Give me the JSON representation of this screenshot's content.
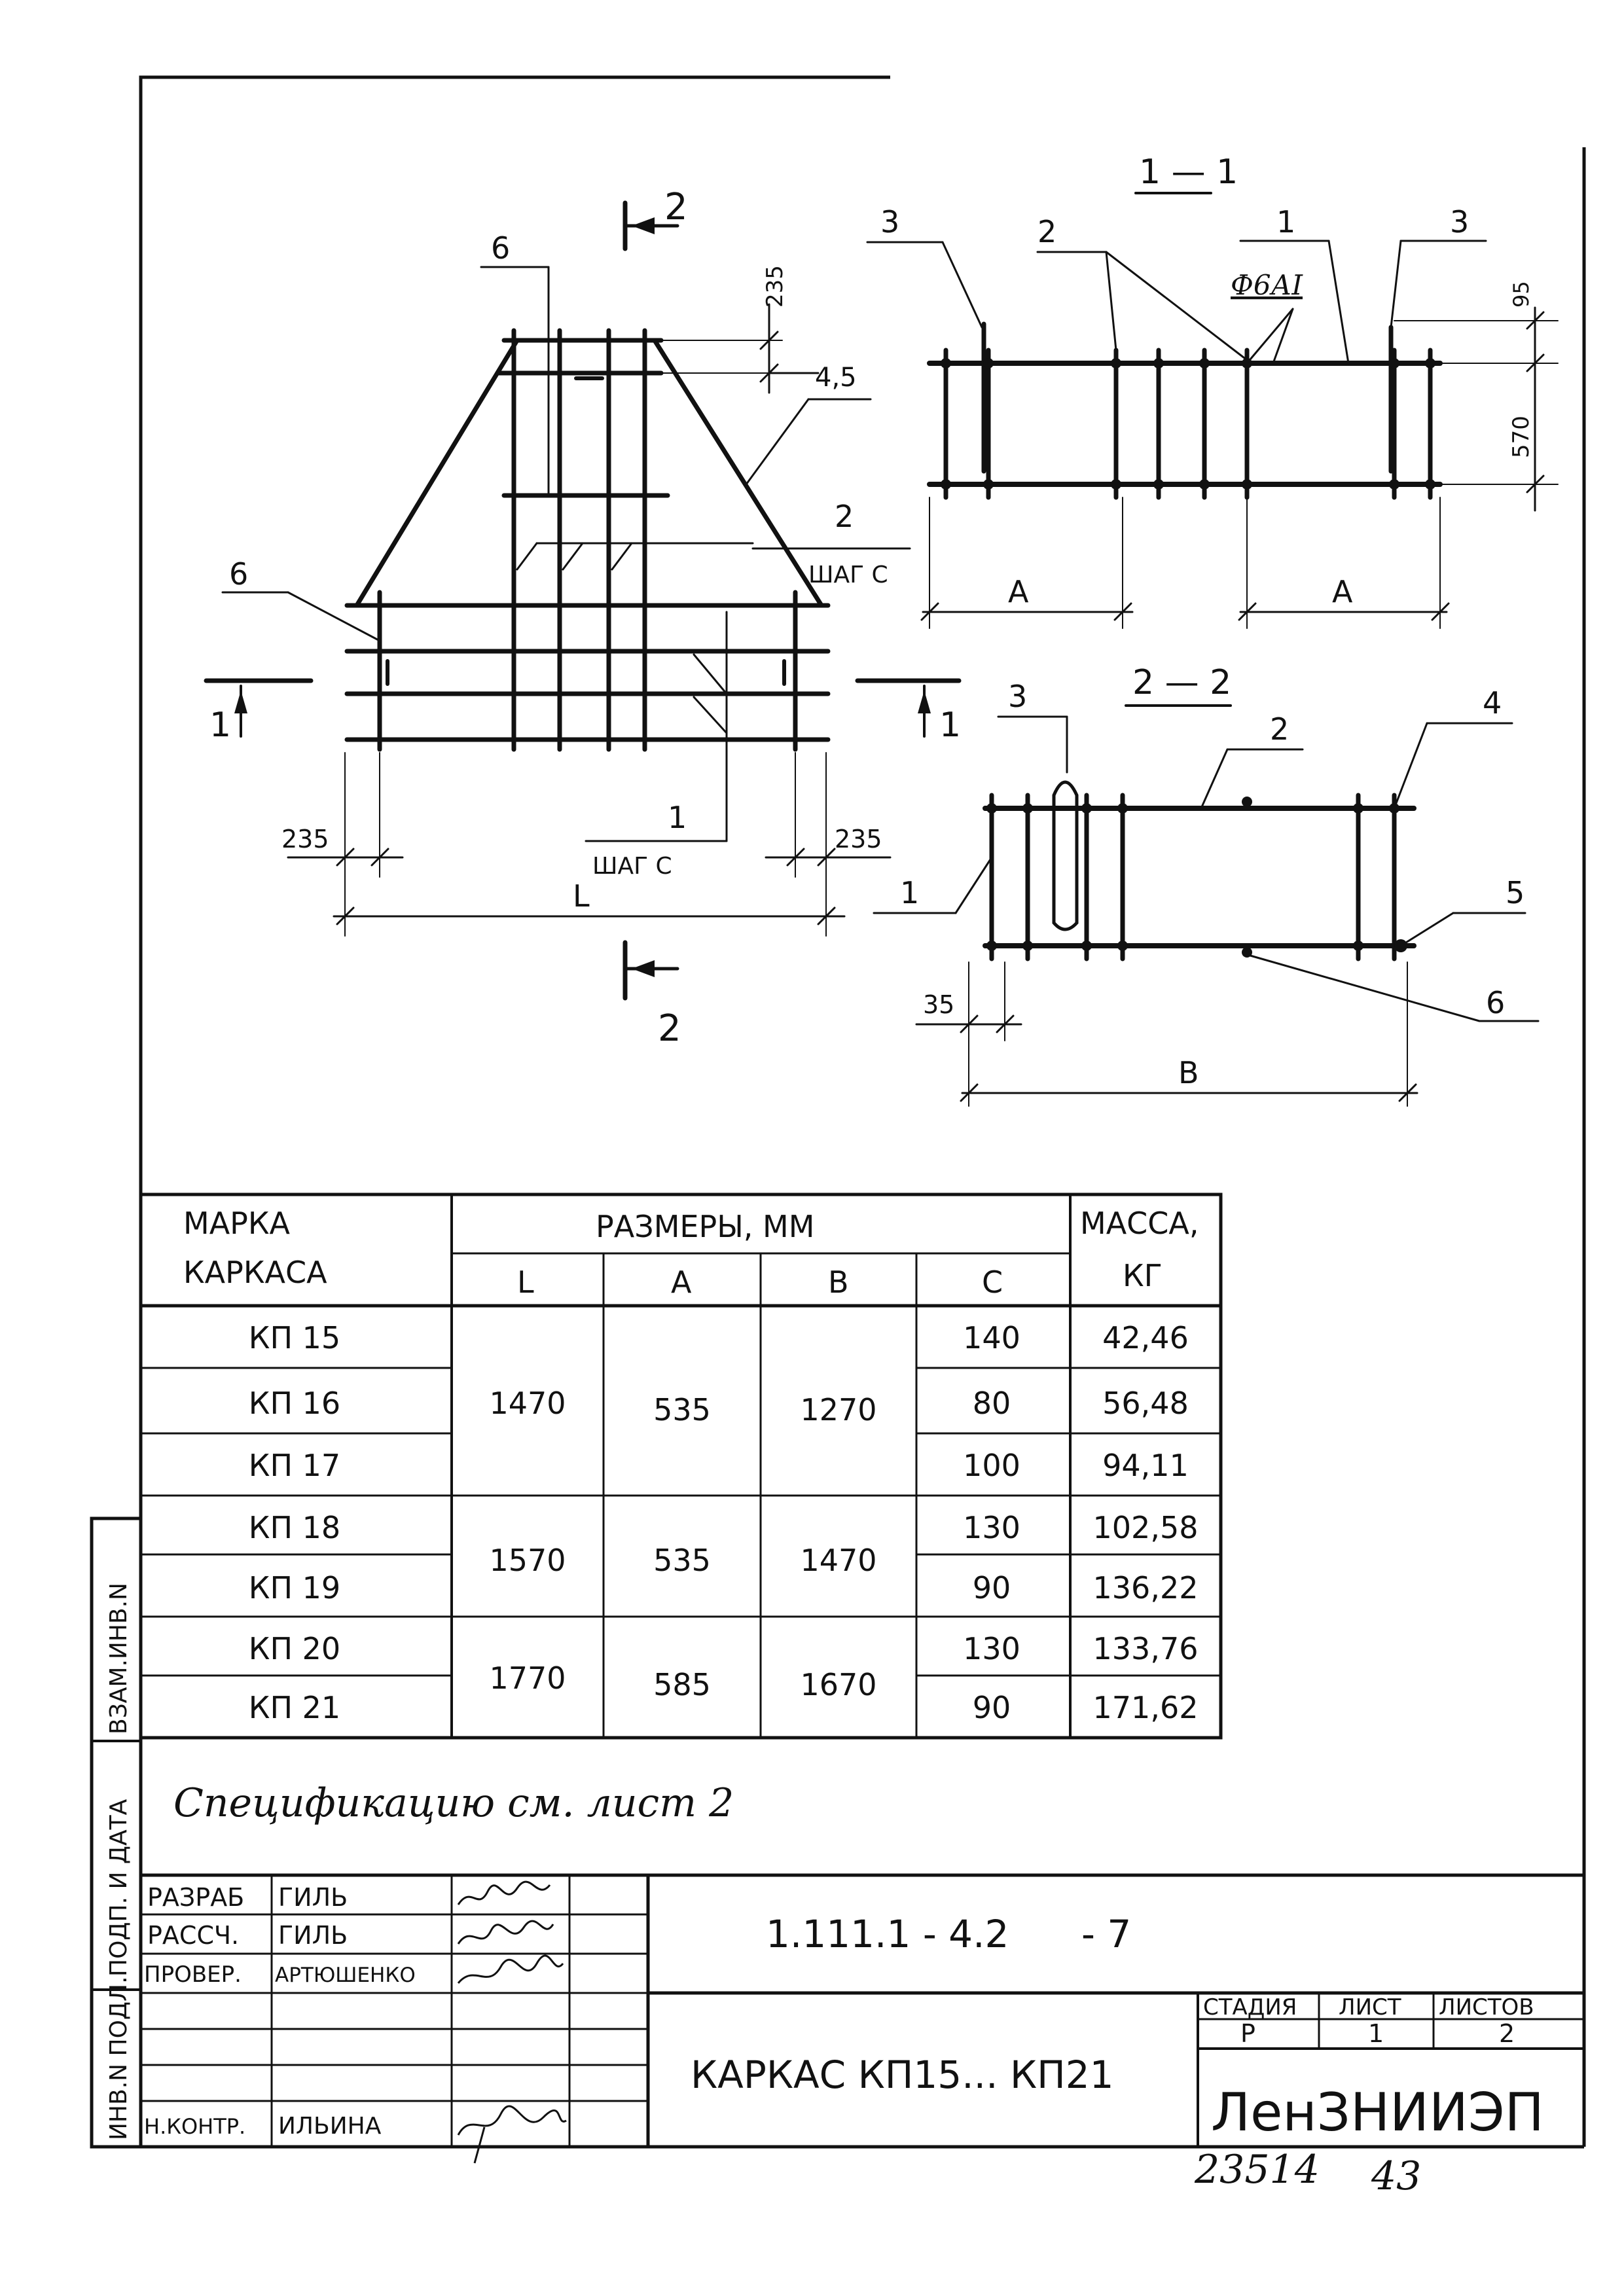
{
  "drawing": {
    "section_1_1": "1 — 1",
    "section_2_2": "2 — 2",
    "plan_cut_label_2_top": "2",
    "plan_cut_label_2_bottom": "2",
    "plan_cut_label_1_left": "1",
    "plan_cut_label_1_right": "1",
    "plan_leader_6_top": "6",
    "plan_leader_6_left": "6",
    "plan_leader_2": "2",
    "plan_step_c_2": "ШАГ С",
    "plan_leader_1": "1",
    "plan_step_c_1": "ШАГ С",
    "plan_dim_235_top": "235",
    "plan_dim_45": "4,5",
    "plan_dim_235_left": "235",
    "plan_dim_235_right": "235",
    "plan_dim_L": "L",
    "s11_leader_3_left": "3",
    "s11_leader_2": "2",
    "s11_leader_1": "1",
    "s11_bar_spec": "Ф6АI",
    "s11_leader_3_right": "3",
    "s11_dim_95": "95",
    "s11_dim_570": "570",
    "s11_dim_A_left": "A",
    "s11_dim_A_right": "A",
    "s22_leader_3": "3",
    "s22_leader_2": "2",
    "s22_leader_4": "4",
    "s22_leader_1": "1",
    "s22_leader_5": "5",
    "s22_leader_6": "6",
    "s22_dim_35": "35",
    "s22_dim_B": "B"
  },
  "table": {
    "head_mark_1": "МАРКА",
    "head_mark_2": "КАРКАСА",
    "head_dims": "РАЗМЕРЫ, ММ",
    "head_L": "L",
    "head_A": "A",
    "head_B": "B",
    "head_C": "C",
    "head_mass_1": "МАССА,",
    "head_mass_2": "КГ",
    "rows": [
      {
        "mark": "КП 15",
        "c": "140",
        "mass": "42,46"
      },
      {
        "mark": "КП 16",
        "c": "80",
        "mass": "56,48"
      },
      {
        "mark": "КП 17",
        "c": "100",
        "mass": "94,11"
      },
      {
        "mark": "КП 18",
        "c": "130",
        "mass": "102,58"
      },
      {
        "mark": "КП 19",
        "c": "90",
        "mass": "136,22"
      },
      {
        "mark": "КП 20",
        "c": "130",
        "mass": "133,76"
      },
      {
        "mark": "КП 21",
        "c": "90",
        "mass": "171,62"
      }
    ],
    "groups": [
      {
        "L": "1470",
        "A": "535",
        "B": "1270"
      },
      {
        "L": "1570",
        "A": "535",
        "B": "1470"
      },
      {
        "L": "1770",
        "A": "585",
        "B": "1670"
      }
    ]
  },
  "note": "Спецификацию см. лист 2",
  "side_stamp": {
    "inv_podl": "ИНВ.N ПОДЛ.",
    "podp_data": "ПОДП. И ДАТА",
    "vzam_inv": "ВЗАМ.ИНВ.N"
  },
  "title_block": {
    "roles": [
      {
        "role": "РАЗРАБ",
        "name": "ГИЛЬ"
      },
      {
        "role": "РАССЧ.",
        "name": "ГИЛЬ"
      },
      {
        "role": "ПРОВЕР.",
        "name": "АРТЮШЕНКО"
      },
      {
        "role": "Н.КОНТР.",
        "name": "ИЛЬИНА"
      }
    ],
    "doc_number": "1.111.1 - 4.2      - 7",
    "title": "КАРКАС КП15... КП21",
    "stage_label": "СТАДИЯ",
    "sheet_label": "ЛИСТ",
    "sheets_label": "ЛИСТОВ",
    "stage": "Р",
    "sheet": "1",
    "sheets": "2",
    "org": "ЛенЗНИИЭП",
    "archive_number": "23514",
    "archive_sheet": "43"
  }
}
